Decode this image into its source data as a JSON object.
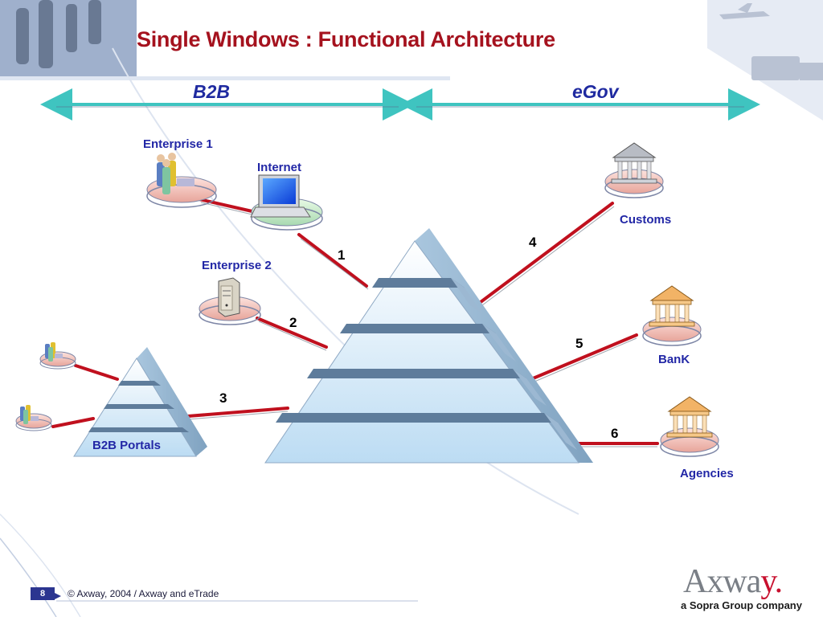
{
  "slide": {
    "title": "Single Windows : Functional Architecture",
    "sections": {
      "left": "B2B",
      "right": "eGov"
    },
    "nodes": {
      "enterprise1": "Enterprise 1",
      "internet": "Internet",
      "enterprise2": "Enterprise 2",
      "b2b_portals": "B2B Portals",
      "customs": "Customs",
      "bank": "BanK",
      "agencies": "Agencies"
    },
    "links": [
      "1",
      "2",
      "3",
      "4",
      "5",
      "6"
    ]
  },
  "footer": {
    "page_number": "8",
    "copyright": "© Axway, 2004 / Axway and eTrade",
    "brand_main": "Axwa",
    "brand_end": "y",
    "brand_dot": ".",
    "tagline": "a Sopra Group company"
  },
  "colors": {
    "title": "#a5121e",
    "label": "#2227a6",
    "arrow": "#3fc4c0",
    "link": "#c0101e",
    "pyramid": "#cfe6f7"
  }
}
